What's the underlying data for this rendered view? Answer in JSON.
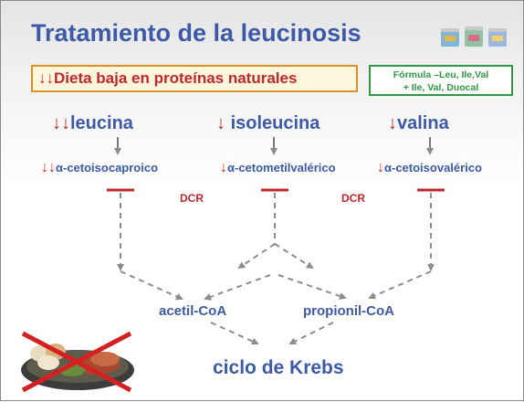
{
  "title": "Tratamiento de la leucinosis",
  "diet": {
    "arrows": "↓↓",
    "text": "Dieta baja en proteínas naturales"
  },
  "formula": {
    "line1": "Fórmula –Leu, Ile,Val",
    "line2": "+ Ile, Val, Duocal"
  },
  "amino_acids": [
    {
      "arrows": "↓↓",
      "name": "leucina"
    },
    {
      "arrows": "↓",
      "name": "isoleucina"
    },
    {
      "arrows": "↓",
      "name": "valina"
    }
  ],
  "keto_acids": [
    {
      "arrows": "↓↓",
      "name": "α-cetoisocaproico"
    },
    {
      "arrows": "↓",
      "name": "α-cetometilvalérico"
    },
    {
      "arrows": "↓",
      "name": "α-cetoisovalérico"
    }
  ],
  "block_label": "DCR",
  "products": [
    "acetil-CoA",
    "propionil-CoA"
  ],
  "krebs": "ciclo de Krebs",
  "colors": {
    "blue": "#3d5aa8",
    "red": "#c1272d",
    "green": "#2e9a44",
    "orange": "#d9922a",
    "gray": "#8c8c8c"
  }
}
